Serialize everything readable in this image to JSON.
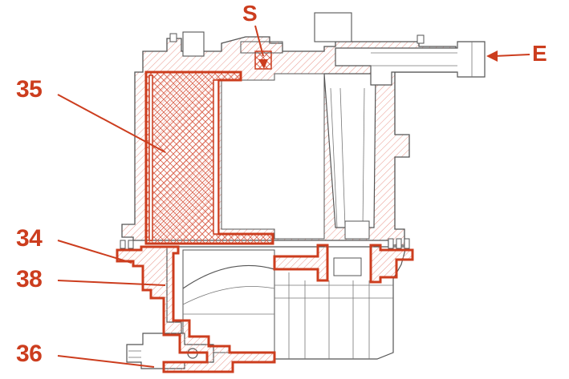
{
  "diagram": {
    "labels": {
      "part_35": "35",
      "part_34": "34",
      "part_38": "38",
      "part_36": "36",
      "inlet_S": "S",
      "inlet_E": "E"
    },
    "colors": {
      "accent": "#cc3d1e",
      "outline": "#444444",
      "hatch": "#e8958a",
      "background": "#ffffff"
    }
  }
}
